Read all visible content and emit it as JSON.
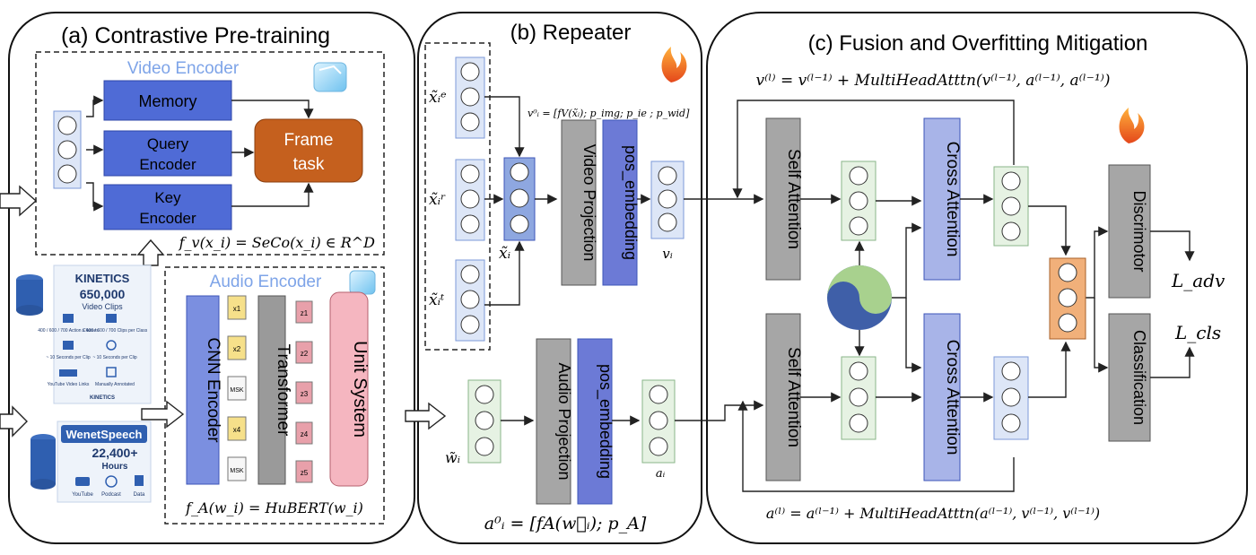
{
  "panels": {
    "a": {
      "title": "(a) Contrastive Pre-training"
    },
    "b": {
      "title": "(b) Repeater"
    },
    "c": {
      "title": "(c) Fusion and Overfitting Mitigation"
    }
  },
  "video_encoder": {
    "label": "Video Encoder",
    "memory": "Memory",
    "query_encoder": [
      "Query",
      "Encoder"
    ],
    "key_encoder": [
      "Key",
      "Encoder"
    ],
    "frame_task": [
      "Frame",
      "task"
    ],
    "formula": "f_v(x_i) = SeCo(x_i) ∈ R^D"
  },
  "audio_encoder": {
    "label": "Audio Encoder",
    "cnn": "CNN Encoder",
    "transformer": "Transformer",
    "unit_system": "Unit System",
    "tokens": [
      "x1",
      "x2",
      "MSK",
      "x4",
      "MSK"
    ],
    "units": [
      "z1",
      "z2",
      "z3",
      "z4",
      "z5"
    ],
    "formula": "f_A(w_i) = HuBERT(w_i)"
  },
  "kinetics": {
    "name": "KINETICS",
    "clips": "650,000",
    "clips_label": "Video Clips",
    "stats": [
      "400 / 600 / 700 Action Classes",
      "≥ 400 / 600 / 700 Clips per Class",
      "~ 10 Seconds per Clip",
      "~ 10 Seconds per Clip",
      "YouTube Video Links",
      "Manually Annotated"
    ],
    "footer": "KINETICS"
  },
  "wenet": {
    "name": "WenetSpeech",
    "hours": "22,400+",
    "hours_label": "Hours",
    "sources": [
      "YouTube",
      "Podcast",
      "Data"
    ]
  },
  "repeater": {
    "x_e": "x̃ᵢᵉ",
    "x_r": "x̃ᵢʳ",
    "x_t": "x̃ᵢᵗ",
    "x_i": "x̃ᵢ",
    "v0_formula": "v⁰ᵢ = [fV(x̃ᵢ); p_img; p_ie ; p_wid]",
    "video_projection": "Video Projection",
    "pos_embedding_v": "pos_embedding",
    "v_i": "vᵢ",
    "w_i": "w̃ᵢ",
    "audio_projection": "Audio Projection",
    "pos_embedding_a": "pos_embedding",
    "a_i": "aᵢ",
    "a0_formula": "a⁰ᵢ = [fA(w⃗ᵢ); p_A]"
  },
  "fusion": {
    "v_formula": "v⁽ˡ⁾ = v⁽ˡ⁻¹⁾ + MultiHeadAtttn(v⁽ˡ⁻¹⁾, a⁽ˡ⁻¹⁾, a⁽ˡ⁻¹⁾)",
    "a_formula": "a⁽ˡ⁾ = a⁽ˡ⁻¹⁾ + MultiHeadAtttn(a⁽ˡ⁻¹⁾, v⁽ˡ⁻¹⁾, v⁽ˡ⁻¹⁾)",
    "self_attention_top": "Self Attention",
    "self_attention_bottom": "Self Attention",
    "cross_attention_top": "Cross Attention",
    "cross_attention_bottom": "Cross Attention",
    "discriminator": "Discrimotor",
    "classification": "Classification",
    "l_adv": "L_adv",
    "l_cls": "L_cls"
  },
  "colors": {
    "encoder_blue": "#4f6bd6",
    "frame_orange": "#c5601e",
    "vector_fill": "#dde6f7",
    "vector_fill_dark": "#8ea7e0",
    "vector_fill_green": "#e6f2e3",
    "vector_fill_orange": "#f1b07a",
    "grey_block": "#a6a6a6",
    "projection_blue": "#6c7ad6",
    "cnn_blue": "#7b8fe0",
    "transformer_grey": "#9a9a9a",
    "unit_pink": "#f5b6c0",
    "token_yellow": "#f6e08a",
    "unit_red": "#e8a0aa"
  }
}
